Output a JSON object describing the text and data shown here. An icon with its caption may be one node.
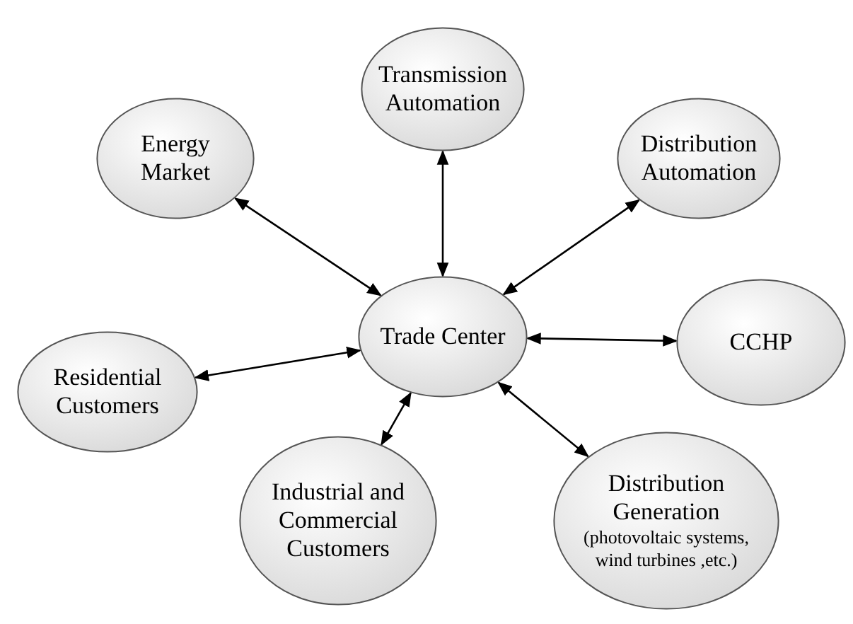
{
  "diagram": {
    "nodes": [
      {
        "text": [
          "Transmission Automation"
        ]
      },
      {
        "text": [
          "Energy Market"
        ]
      },
      {
        "text": [
          "Distribution Automation"
        ]
      },
      {
        "text": [
          "Residential Customers"
        ]
      },
      {
        "text": [
          "Trade Center"
        ]
      },
      {
        "text": [
          "CCHP"
        ]
      },
      {
        "text": [
          "Industrial and Commercial Customers"
        ]
      },
      {
        "text": [
          "Distribution Generation",
          "(photovoltaic systems, wind turbines ,etc.)"
        ]
      }
    ],
    "edges": [
      {
        "from": 4,
        "to": 0,
        "arrow": "both"
      },
      {
        "from": 4,
        "to": 1,
        "arrow": "both"
      },
      {
        "from": 4,
        "to": 2,
        "arrow": "both"
      },
      {
        "from": 4,
        "to": 3,
        "arrow": "both"
      },
      {
        "from": 4,
        "to": 5,
        "arrow": "both"
      },
      {
        "from": 4,
        "to": 6,
        "arrow": "both"
      },
      {
        "from": 4,
        "to": 7,
        "arrow": "both"
      }
    ]
  }
}
